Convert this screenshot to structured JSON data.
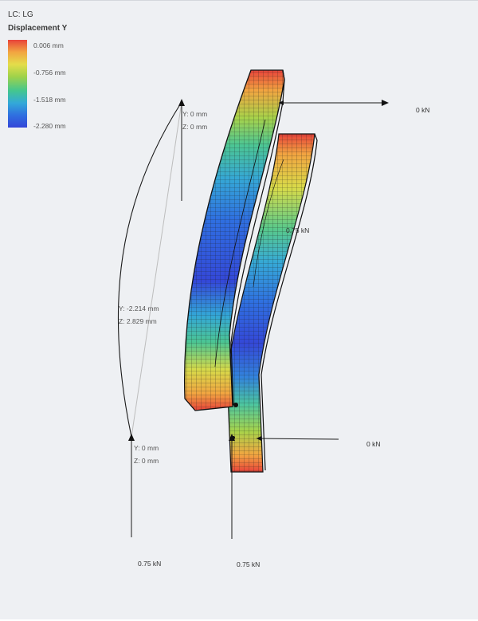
{
  "legend": {
    "load_case": "LC: LG",
    "result_type": "Displacement Y",
    "values": [
      "0.006 mm",
      "-0.756 mm",
      "-1.518 mm",
      "-2.280 mm"
    ],
    "colors": [
      "#e8433a",
      "#f2a541",
      "#e4dd4a",
      "#9fd24a",
      "#44c68f",
      "#33a9d8",
      "#2f6fe0",
      "#3446d8"
    ]
  },
  "annotations": {
    "top_y": "Y: 0 mm",
    "top_z": "Z: 0 mm",
    "mid_y": "Y: -2.214 mm",
    "mid_z": "Z: 2.829 mm",
    "bottom_y": "Y: 0 mm",
    "bottom_z": "Z: 0 mm"
  },
  "loads": {
    "top_right": "0 kN",
    "mid_right": "0.75 kN",
    "bottom_right": "0 kN",
    "bottom_left": "0.75 kN",
    "bottom_center": "0.75 kN"
  }
}
